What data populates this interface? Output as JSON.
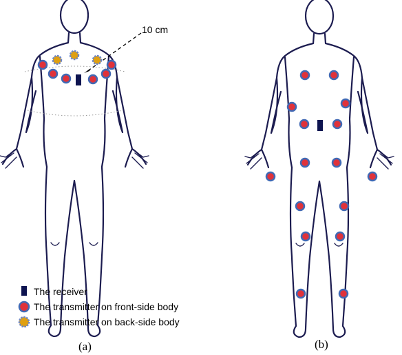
{
  "annotation": {
    "distance_label": "10 cm"
  },
  "legend": {
    "receiver": "The receiver",
    "front_transmitter": "The transmitter on front-side body",
    "back_transmitter": "The transmitter on back-side body"
  },
  "subfigures": {
    "a": "(a)",
    "b": "(b)"
  },
  "colors": {
    "outline": "#1c1c50",
    "receiver": "#0e1450",
    "front_transmitter_fill": "#e0323a",
    "front_transmitter_ring": "#4169b4",
    "back_transmitter_fill": "#e0a010",
    "back_transmitter_ring": "#6a84c8"
  }
}
